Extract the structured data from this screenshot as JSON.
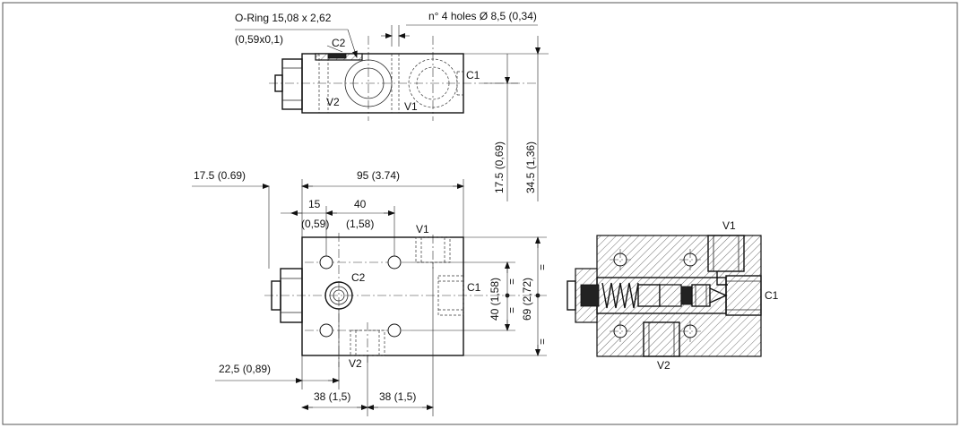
{
  "labels": {
    "oring": "O-Ring 15,08 x 2,62",
    "oring_inch": "(0,59x0,1)",
    "holes": "n° 4 holes Ø 8,5 (0,34)",
    "c2_top": "C2",
    "c1_top": "C1",
    "v2_top": "V2",
    "v1_top": "V1",
    "dim_17_5_v": "17.5 (0,69)",
    "dim_34_5_v": "34.5 (1,36)",
    "dim_17_5_h": "17.5 (0.69)",
    "dim_95": "95 (3.74)",
    "dim_15": "15",
    "dim_15_inch": "(0,59)",
    "dim_40": "40",
    "dim_40_inch": "(1,58)",
    "v1_front": "V1",
    "c2_front": "C2",
    "c1_front": "C1",
    "v2_front": "V2",
    "dim_40_v": "40 (1,58)",
    "dim_69_v": "69 (2,72)",
    "eq_1": "=",
    "eq_2": "=",
    "eq_3": "=",
    "eq_4": "=",
    "dim_22_5": "22,5 (0,89)",
    "dim_38_a": "38 (1,5)",
    "dim_38_b": "38 (1,5)",
    "v1_section": "V1",
    "c1_section": "C1",
    "v2_section": "V2"
  }
}
